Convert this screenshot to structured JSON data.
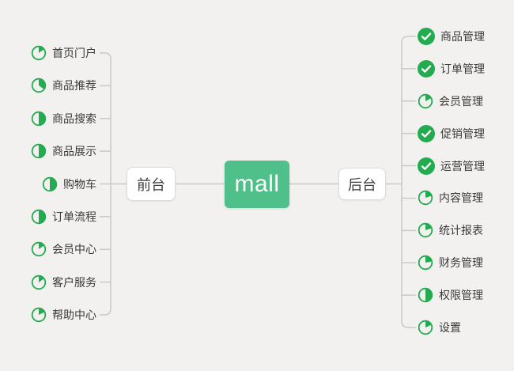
{
  "diagram": {
    "root": {
      "label": "mall"
    },
    "branches": [
      {
        "label": "前台",
        "side": "left",
        "items": [
          {
            "label": "首页门户",
            "icon": "progress-pie-icon",
            "progress": 15
          },
          {
            "label": "商品推荐",
            "icon": "progress-pie-icon",
            "progress": 35
          },
          {
            "label": "商品搜索",
            "icon": "progress-pie-icon",
            "progress": 50
          },
          {
            "label": "商品展示",
            "icon": "progress-pie-icon",
            "progress": 50
          },
          {
            "label": "购物车",
            "icon": "progress-pie-icon",
            "progress": 50
          },
          {
            "label": "订单流程",
            "icon": "progress-pie-icon",
            "progress": 50
          },
          {
            "label": "会员中心",
            "icon": "progress-pie-icon",
            "progress": 15
          },
          {
            "label": "客户服务",
            "icon": "progress-pie-icon",
            "progress": 15
          },
          {
            "label": "帮助中心",
            "icon": "progress-pie-icon",
            "progress": 18
          }
        ]
      },
      {
        "label": "后台",
        "side": "right",
        "items": [
          {
            "label": "商品管理",
            "icon": "check-circle-icon",
            "progress": 100
          },
          {
            "label": "订单管理",
            "icon": "check-circle-icon",
            "progress": 100
          },
          {
            "label": "会员管理",
            "icon": "progress-pie-icon",
            "progress": 17
          },
          {
            "label": "促销管理",
            "icon": "check-circle-icon",
            "progress": 100
          },
          {
            "label": "运营管理",
            "icon": "check-circle-icon",
            "progress": 100
          },
          {
            "label": "内容管理",
            "icon": "progress-pie-icon",
            "progress": 20
          },
          {
            "label": "统计报表",
            "icon": "progress-pie-icon",
            "progress": 20
          },
          {
            "label": "财务管理",
            "icon": "progress-pie-icon",
            "progress": 22
          },
          {
            "label": "权限管理",
            "icon": "progress-pie-icon",
            "progress": 50
          },
          {
            "label": "设置",
            "icon": "progress-pie-icon",
            "progress": 18
          }
        ]
      }
    ],
    "colors": {
      "background": "#f2f1ef",
      "root_bg": "#4fc08a",
      "icon_green": "#22ab4f",
      "line": "#c9c9c9",
      "node_border": "#dcdcdc",
      "text": "#3a3a3a"
    }
  }
}
